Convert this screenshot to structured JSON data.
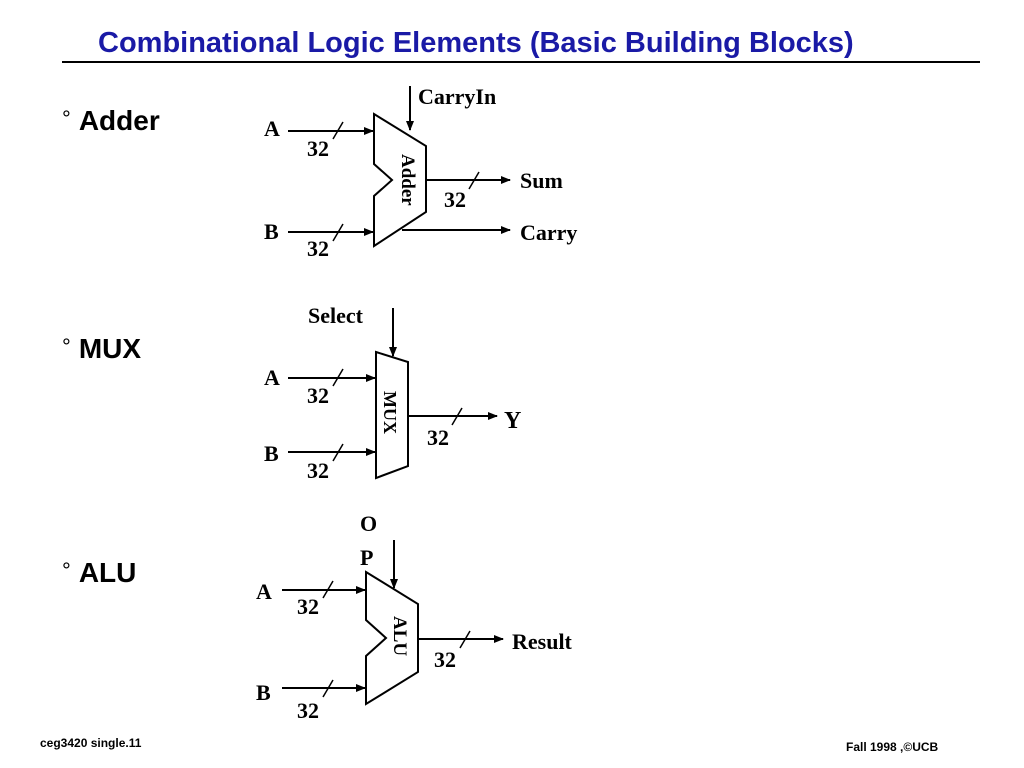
{
  "title": "Combinational Logic Elements (Basic Building Blocks)",
  "colors": {
    "title": "#1a1aa6",
    "ink": "#000000",
    "background": "#ffffff"
  },
  "bullets": [
    {
      "mark": "°",
      "label": "Adder"
    },
    {
      "mark": "°",
      "label": "MUX"
    },
    {
      "mark": "°",
      "label": "ALU"
    }
  ],
  "adder": {
    "block_label": "Adder",
    "carry_in": "CarryIn",
    "in_a": "A",
    "in_b": "B",
    "out_sum": "Sum",
    "out_carry": "Carry",
    "width_a": "32",
    "width_b": "32",
    "width_sum": "32"
  },
  "mux": {
    "block_label": "MUX",
    "select": "Select",
    "in_a": "A",
    "in_b": "B",
    "out_y": "Y",
    "width_a": "32",
    "width_b": "32",
    "width_y": "32"
  },
  "alu": {
    "block_label": "ALU",
    "op_line1": "O",
    "op_line2": "P",
    "in_a": "A",
    "in_b": "B",
    "out_result": "Result",
    "width_a": "32",
    "width_b": "32",
    "width_result": "32"
  },
  "footer": {
    "left": "ceg3420  single.11",
    "right": "Fall 1998 ,©UCB"
  }
}
